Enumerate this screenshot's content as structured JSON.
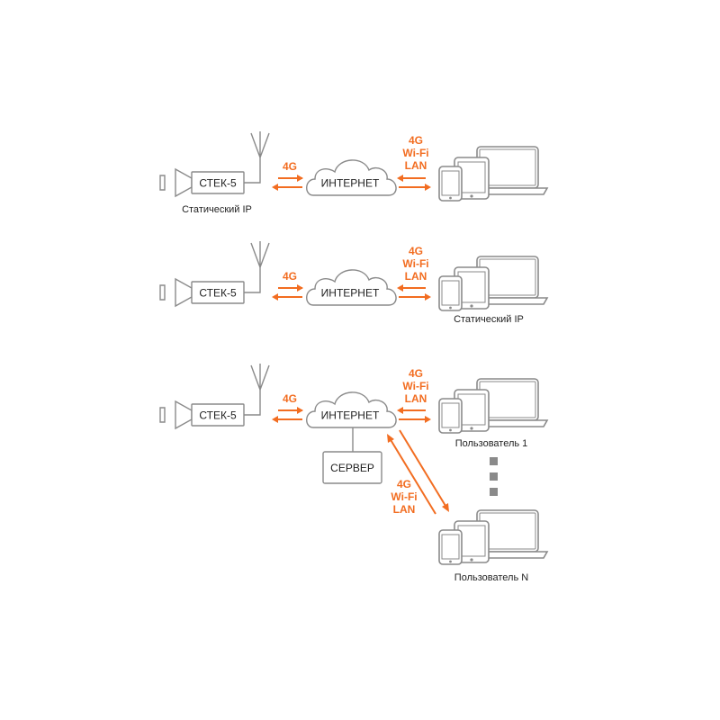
{
  "labels": {
    "device": "СТЕК-5",
    "internet": "ИНТЕРНЕТ",
    "server": "СЕРВЕР",
    "static_ip": "Статический IP",
    "net_4g": "4G",
    "wifi": "Wi-Fi",
    "lan": "LAN",
    "user_1": "Пользователь 1",
    "user_n": "Пользователь N"
  },
  "colors": {
    "accent": "#f26d21",
    "outline": "#8a8a8a",
    "text": "#222222"
  },
  "icons": [
    "antenna-icon",
    "camera-icon",
    "cloud-icon",
    "smartphone-icon",
    "tablet-icon",
    "laptop-icon",
    "ellipsis-dots-icon"
  ]
}
